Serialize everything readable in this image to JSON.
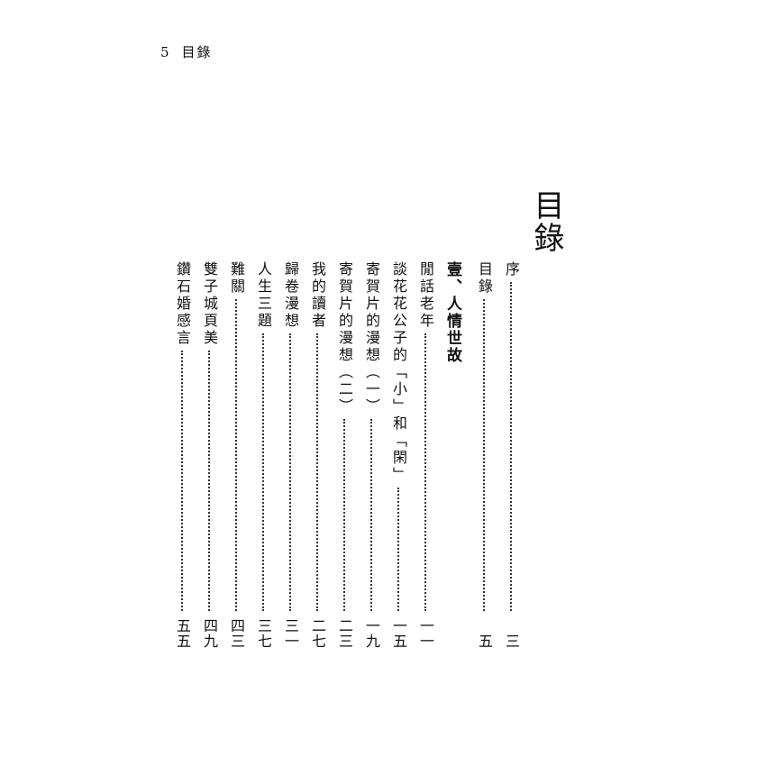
{
  "running_head": {
    "page_number": "5",
    "title": "目錄"
  },
  "toc_title": "目錄",
  "front_matter": [
    {
      "label": "序",
      "page": "三"
    },
    {
      "label": "目錄",
      "page": "五"
    }
  ],
  "section": {
    "heading": "壹、人情世故",
    "items": [
      {
        "label": "閒話老年",
        "page": "一一"
      },
      {
        "label": "談花花公子的「小」和「閑」",
        "page": "一五"
      },
      {
        "label": "寄賀片的漫想（一）",
        "page": "一九"
      },
      {
        "label": "寄賀片的漫想（二）",
        "page": "二三"
      },
      {
        "label": "我的讀者",
        "page": "二七"
      },
      {
        "label": "歸卷漫想",
        "page": "三一"
      },
      {
        "label": "人生三題",
        "page": "三七"
      },
      {
        "label": "難關",
        "page": "四三"
      },
      {
        "label": "雙子城頁美",
        "page": "四九"
      },
      {
        "label": "鑽石婚感言",
        "page": "五五"
      }
    ]
  }
}
